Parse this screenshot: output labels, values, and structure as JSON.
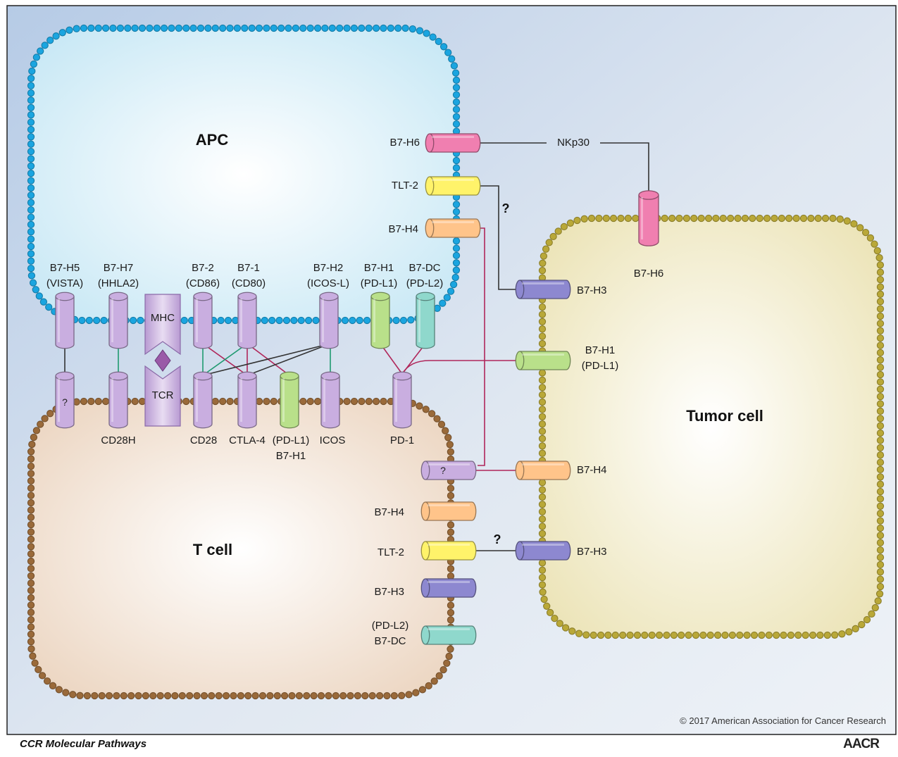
{
  "cells": {
    "apc": "APC",
    "t_cell": "T cell",
    "tumor_cell": "Tumor cell"
  },
  "apc_ligands": [
    {
      "id": "b7h5",
      "line1": "B7-H5",
      "line2": "(VISTA)",
      "color": "#c9aee0"
    },
    {
      "id": "b7h7",
      "line1": "B7-H7",
      "line2": "(HHLA2)",
      "color": "#c9aee0"
    },
    {
      "id": "b72",
      "line1": "B7-2",
      "line2": "(CD86)",
      "color": "#c9aee0"
    },
    {
      "id": "b71",
      "line1": "B7-1",
      "line2": "(CD80)",
      "color": "#c9aee0"
    },
    {
      "id": "b7h2",
      "line1": "B7-H2",
      "line2": "(ICOS-L)",
      "color": "#c9aee0"
    },
    {
      "id": "b7h1",
      "line1": "B7-H1",
      "line2": "(PD-L1)",
      "color": "#b9e08a"
    },
    {
      "id": "b7dc",
      "line1": "B7-DC",
      "line2": "(PD-L2)",
      "color": "#8fd8cc"
    }
  ],
  "apc_right": {
    "b7h6": "B7-H6",
    "tlt2": "TLT-2",
    "b7h4": "B7-H4"
  },
  "mhc": "MHC",
  "tcr": "TCR",
  "nkp30": "NKp30",
  "unknown": "?",
  "t_receptors": {
    "cd28h": "CD28H",
    "cd28": "CD28",
    "ctla4": "CTLA-4",
    "pdl1_line1": "(PD-L1)",
    "pdl1_line2": "B7-H1",
    "icos": "ICOS",
    "pd1": "PD-1"
  },
  "t_right": {
    "b7h4": "B7-H4",
    "tlt2": "TLT-2",
    "b7h3": "B7-H3",
    "pdl2_line1": "(PD-L2)",
    "pdl2_line2": "B7-DC"
  },
  "tumor": {
    "b7h6": "B7-H6",
    "b7h3_top": "B7-H3",
    "b7h1_line1": "B7-H1",
    "b7h1_line2": "(PD-L1)",
    "b7h4": "B7-H4",
    "b7h3_bottom": "B7-H3"
  },
  "colors": {
    "apc_membrane": "#1aa5e0",
    "t_membrane": "#9a6a3a",
    "tumor_membrane": "#b9a838",
    "purple": "#c9aee0",
    "green": "#b9e08a",
    "teal": "#8fd8cc",
    "pink": "#f07fb0",
    "yellow": "#fff36a",
    "orange": "#ffc48a",
    "indigo": "#8d88d0",
    "line_crimson": "#b0265a",
    "line_green": "#1f9a70",
    "line_dark": "#333333"
  },
  "copyright": "© 2017 American Association for Cancer Research",
  "journal": "CCR Molecular Pathways",
  "logo": "AACR"
}
